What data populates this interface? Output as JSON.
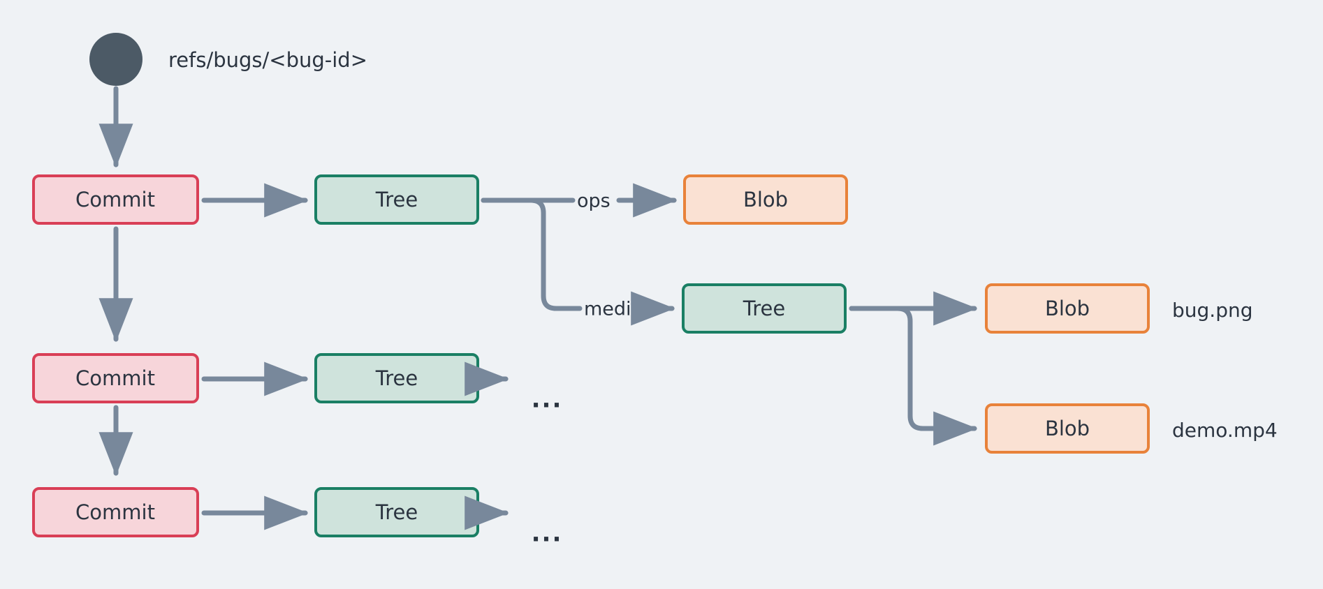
{
  "diagram": {
    "type": "git-object-graph",
    "background_color": "#eff2f5",
    "ref_label": "refs/bugs/<bug-id>",
    "palette": {
      "commit_border": "#d93f56",
      "commit_fill": "#f7d5da",
      "tree_border": "#1a7f64",
      "tree_fill": "#cfe3dc",
      "blob_border": "#e8823a",
      "blob_fill": "#fae1d3",
      "edge": "#78889b",
      "start_node": "#4c5a66",
      "text": "#2b3440"
    },
    "nodes": {
      "start": {
        "kind": "start-node",
        "label": ""
      },
      "commit_1": {
        "kind": "commit",
        "label": "Commit"
      },
      "commit_2": {
        "kind": "commit",
        "label": "Commit"
      },
      "commit_3": {
        "kind": "commit",
        "label": "Commit"
      },
      "tree_root_1": {
        "kind": "tree",
        "label": "Tree"
      },
      "tree_root_2": {
        "kind": "tree",
        "label": "Tree"
      },
      "tree_root_3": {
        "kind": "tree",
        "label": "Tree"
      },
      "tree_media": {
        "kind": "tree",
        "label": "Tree"
      },
      "blob_ops": {
        "kind": "blob",
        "label": "Blob"
      },
      "blob_bug_png": {
        "kind": "blob",
        "label": "Blob"
      },
      "blob_demo_mp4": {
        "kind": "blob",
        "label": "Blob"
      }
    },
    "edge_labels": {
      "ops": "ops",
      "media": "media"
    },
    "side_labels": {
      "bug_png": "bug.png",
      "demo_mp4": "demo.mp4"
    },
    "ellipsis": {
      "row_2": "...",
      "row_3": "..."
    }
  }
}
